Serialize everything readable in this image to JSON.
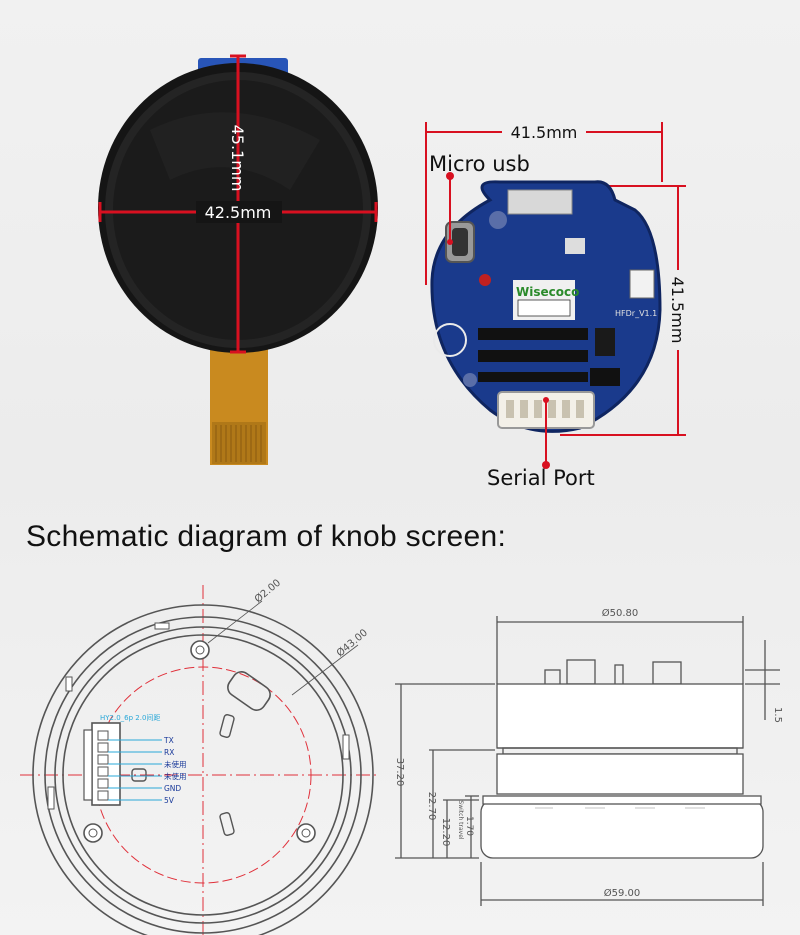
{
  "top": {
    "screen": {
      "height_label": "45.1mm",
      "width_label": "42.5mm"
    },
    "board": {
      "top_dim_label": "41.5mm",
      "side_dim_label": "41.5mm",
      "micro_usb_label": "Micro usb",
      "serial_port_label": "Serial Port",
      "brand_text": "Wisecoco",
      "silk_text": "HFDr_V1.1"
    }
  },
  "heading": "Schematic diagram of knob screen:",
  "schematic": {
    "front": {
      "hole_label": "Ø2.00",
      "outer_label": "Ø43.00",
      "connector_title": "HY2.0_6p  2.0间距",
      "pins": [
        "TX",
        "RX",
        "未使用",
        "未使用",
        "GND",
        "5V"
      ]
    },
    "side": {
      "top_width": "Ø50.80",
      "bottom_width": "Ø59.00",
      "total_height": "37.20",
      "mid_height": "22.70",
      "base_height": "12.20",
      "step_height": "1.70",
      "right_dim": "1.5",
      "small_note": "Switch travel"
    }
  },
  "colors": {
    "dimension_red": "#d81020",
    "pcb_blue": "#1a3a8c",
    "drawing_gray": "#555555",
    "centerline_red": "#e0303a",
    "connector_cyan": "#2aa8d8"
  }
}
